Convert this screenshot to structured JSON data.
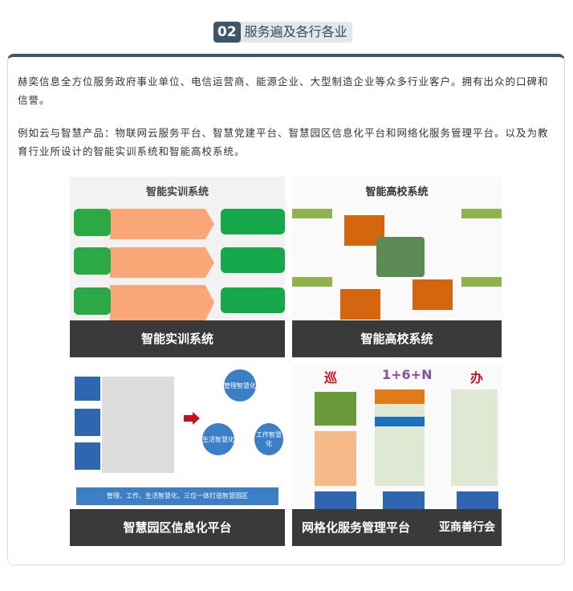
{
  "section": {
    "number": "02",
    "title": "服务遍及各行各业"
  },
  "paragraphs": [
    "赫奕信息全方位服务政府事业单位、电信运营商、能源企业、大型制造企业等众多行业客户。拥有出众的口碑和信誉。",
    "例如云与智慧产品：物联网云服务平台、智慧党建平台、智慧园区信息化平台和网络化服务管理平台。以及为教育行业所设计的智能实训系统和智能高校系统。"
  ],
  "images": [
    {
      "heading": "智能实训系统",
      "caption": "智能实训系统"
    },
    {
      "heading": "智能高校系统",
      "caption": "智能高校系统"
    },
    {
      "banner": "管理、工作、生活智慧化，三位一体打造智慧园区",
      "nodes": [
        "管理智慧化",
        "工作智慧化",
        "生活智慧化"
      ],
      "caption": "智慧园区信息化平台"
    },
    {
      "labels": [
        "巡",
        "1+6+N",
        "办"
      ],
      "caption": "网格化服务管理平台",
      "watermark": "亚商善行会"
    }
  ]
}
